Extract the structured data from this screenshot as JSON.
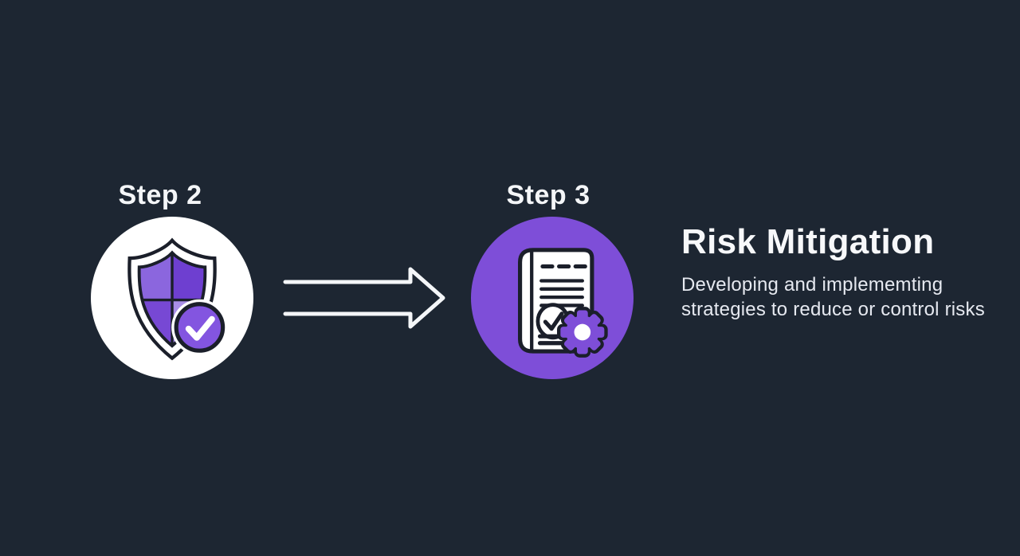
{
  "background": "#1d2632",
  "steps": [
    {
      "label": "Step 2",
      "icon": "shield-check-icon",
      "circle_color": "#ffffff"
    },
    {
      "label": "Step 3",
      "icon": "document-gear-icon",
      "circle_color": "#7e4ed8"
    }
  ],
  "arrow_icon": "double-line-right-arrow",
  "detail": {
    "title": "Risk Mitigation",
    "description": "Developing and implememting\nstrategies to reduce or control risks"
  },
  "colors": {
    "accent_purple": "#7e4ed8",
    "badge_purple": "#8355e0",
    "shield_quadrant_top_left": "#8b66de",
    "shield_quadrant_top_right": "#6e3fd0",
    "shield_quadrant_bottom_left": "#7748d4",
    "shield_quadrant_bottom_right": "#a88ee6",
    "outline_dark": "#1b1f2a",
    "arrow_stroke": "#f4f6f8",
    "text_primary": "#f4f6f8",
    "text_secondary": "#e6e9f0"
  }
}
